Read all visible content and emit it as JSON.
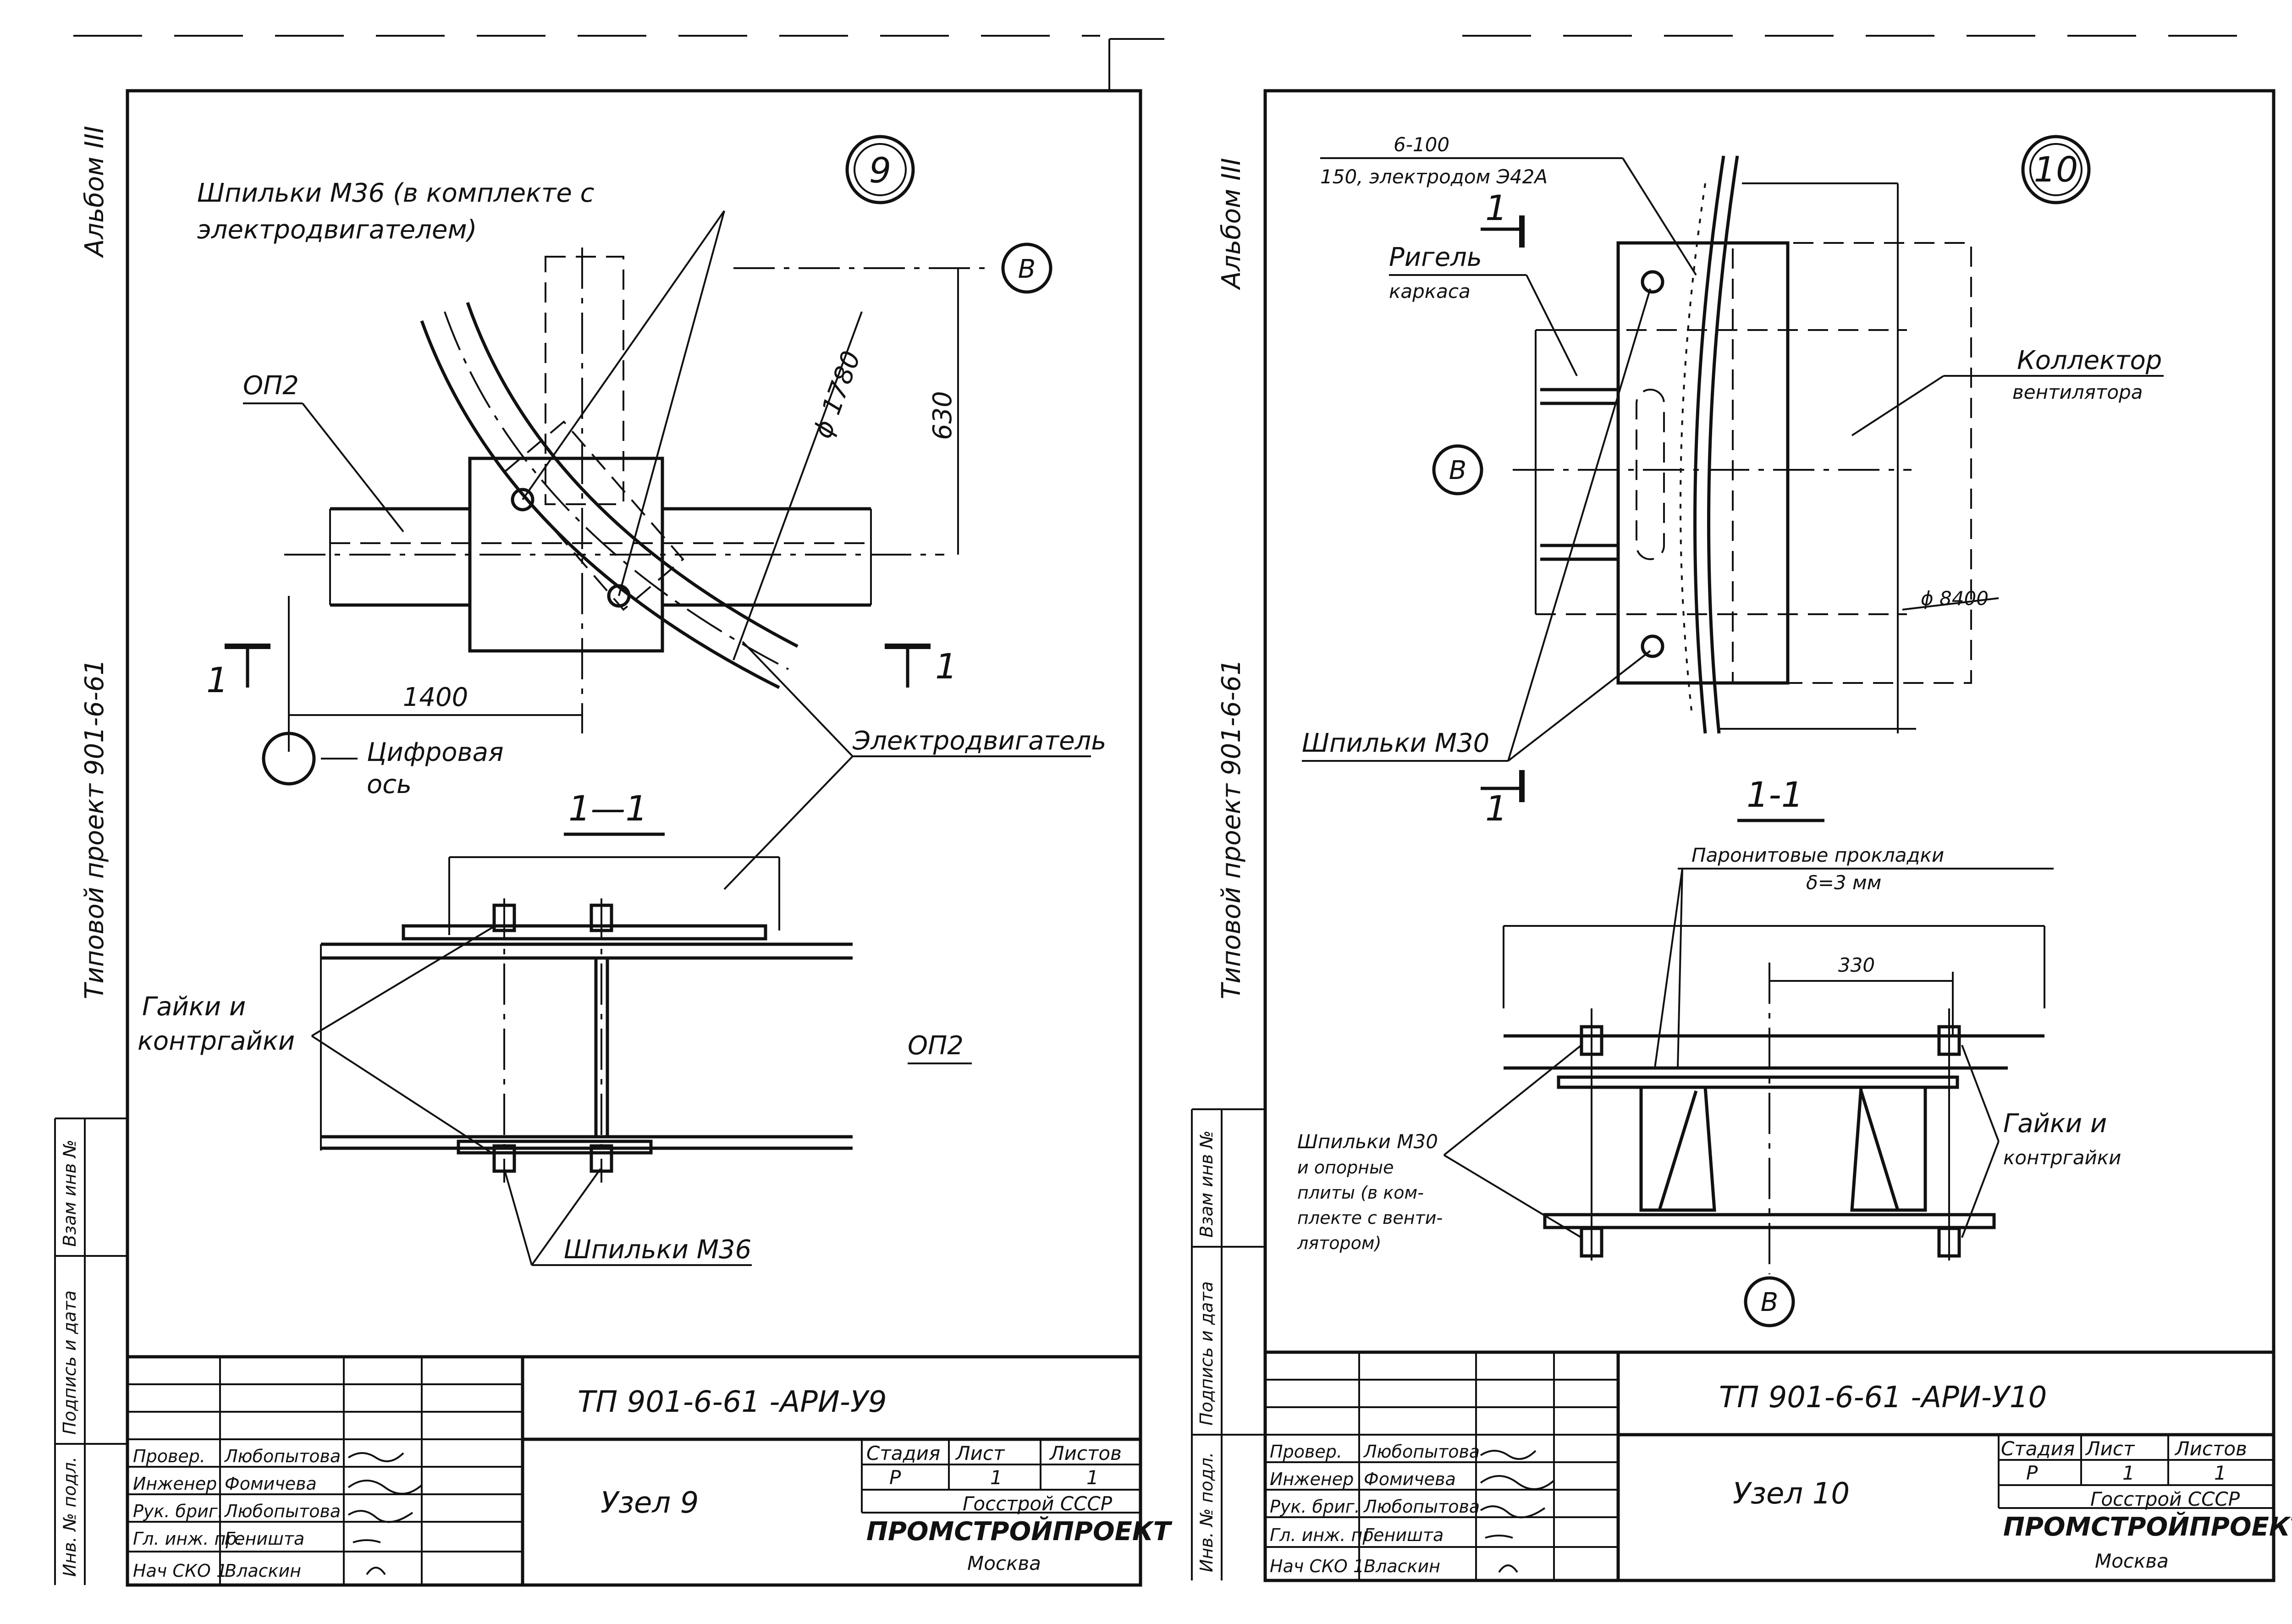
{
  "sheets": [
    {
      "album_label": "Альбом ІІІ",
      "project_label": "Типовой  проект  901-6-61",
      "node_number": "9",
      "callouts": {
        "studs_top": "Шпильки М36 (в комплекте с",
        "studs_top2": "электродвигателем)",
        "op2_top": "ОП2",
        "dim_630": "630",
        "dia": "ϕ 1780",
        "axis_b": "В",
        "section_mark": "1",
        "dim_1400": "1400",
        "digital_axis": "Цифровая",
        "digital_axis2": "ось",
        "motor": "Электродвигатель",
        "section_title": "1—1",
        "nuts": "Гайки и",
        "nuts2": "контргайки",
        "op2_bottom": "ОП2",
        "studs_bottom": "Шпильки М36"
      },
      "side_stamp": [
        "Инв. № подл.",
        "Подпись и дата",
        "Взам инв №"
      ],
      "title_block": {
        "doc_code": "ТП 901-6-61   -АРИ-У9",
        "title": "Узел  9",
        "stage_h": "Стадия",
        "sheet_h": "Лист",
        "sheets_h": "Листов",
        "stage": "Р",
        "sheet": "1",
        "sheets": "1",
        "org1": "Госстрой  СССР",
        "org2": "ПРОМСТРОЙПРОЕКТ",
        "city": "Москва",
        "rows": [
          {
            "role": "Провер.",
            "name": "Любопытова"
          },
          {
            "role": "Инженер",
            "name": "Фомичева"
          },
          {
            "role": "Рук. бриг.",
            "name": "Любопытова"
          },
          {
            "role": "Гл. инж. пр.",
            "name": "Геништа"
          },
          {
            "role": "Нач СКО 1",
            "name": "Власкин"
          }
        ]
      }
    },
    {
      "album_label": "Альбом ІІІ",
      "project_label": "Типовой  проект  901-6-61",
      "node_number": "10",
      "callouts": {
        "weld1": "6-100",
        "weld2": "150, электродом Э42А",
        "section_mark": "1",
        "girder": "Ригель",
        "girder2": "каркаса",
        "collector": "Коллектор",
        "collector2": "вентилятора",
        "axis_b": "В",
        "dia": "ϕ 8400",
        "studs": "Шпильки  М30",
        "section_title": "1-1",
        "gaskets": "Паронитовые  прокладки",
        "gaskets2": "δ=3 мм",
        "dim_330": "330",
        "studs2a": "Шпильки М30",
        "studs2b": "и опорные",
        "studs2c": "плиты (в ком-",
        "studs2d": "плекте с венти-",
        "studs2e": "лятором)",
        "nuts": "Гайки и",
        "nuts2": "контргайки"
      },
      "side_stamp": [
        "Инв. № подл.",
        "Подпись и дата",
        "Взам инв №"
      ],
      "title_block": {
        "doc_code": "ТП 901-6-61   -АРИ-У10",
        "title": "Узел  10",
        "stage_h": "Стадия",
        "sheet_h": "Лист",
        "sheets_h": "Листов",
        "stage": "Р",
        "sheet": "1",
        "sheets": "1",
        "org1": "Госстрой  СССР",
        "org2": "ПРОМСТРОЙПРОЕКТ",
        "city": "Москва",
        "rows": [
          {
            "role": "Провер.",
            "name": "Любопытова"
          },
          {
            "role": "Инженер",
            "name": "Фомичева"
          },
          {
            "role": "Рук. бриг.",
            "name": "Любопытова"
          },
          {
            "role": "Гл. инж. пр.",
            "name": "Геништа"
          },
          {
            "role": "Нач СКО 1",
            "name": "Власкин"
          }
        ]
      }
    }
  ]
}
